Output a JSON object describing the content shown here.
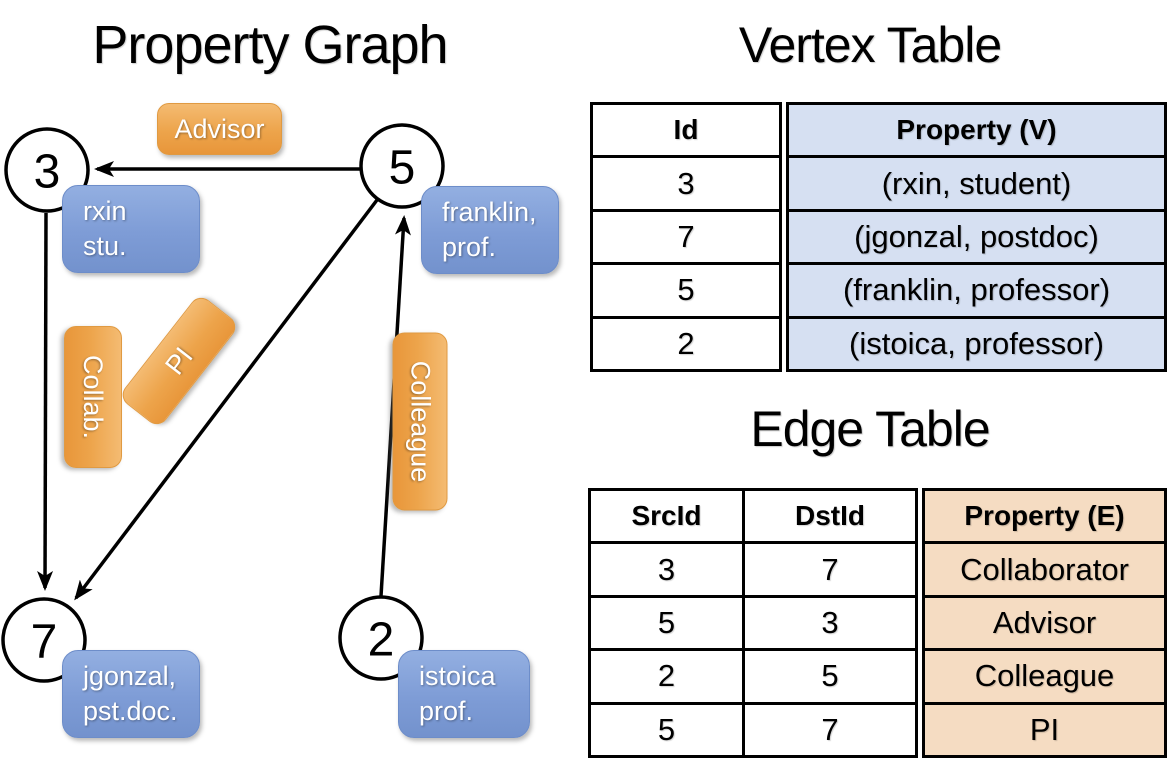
{
  "graph": {
    "title": "Property Graph",
    "vertices": [
      {
        "id": "3",
        "lines": [
          "rxin",
          "stu."
        ]
      },
      {
        "id": "5",
        "lines": [
          "franklin,",
          "prof."
        ]
      },
      {
        "id": "7",
        "lines": [
          "jgonzal,",
          "pst.doc."
        ]
      },
      {
        "id": "2",
        "lines": [
          "istoica",
          "prof."
        ]
      }
    ],
    "edges": [
      {
        "label": "Advisor",
        "src": "5",
        "dst": "3"
      },
      {
        "label": "Collab.",
        "src": "3",
        "dst": "7"
      },
      {
        "label": "PI",
        "src": "5",
        "dst": "7"
      },
      {
        "label": "Colleague",
        "src": "2",
        "dst": "5"
      }
    ]
  },
  "vertex_table": {
    "title": "Vertex Table",
    "columns": [
      "Id",
      "Property (V)"
    ],
    "rows": [
      [
        "3",
        "(rxin, student)"
      ],
      [
        "7",
        "(jgonzal, postdoc)"
      ],
      [
        "5",
        "(franklin, professor)"
      ],
      [
        "2",
        "(istoica, professor)"
      ]
    ]
  },
  "edge_table": {
    "title": "Edge Table",
    "columns": [
      "SrcId",
      "DstId",
      "Property (E)"
    ],
    "rows": [
      [
        "3",
        "7",
        "Collaborator"
      ],
      [
        "5",
        "3",
        "Advisor"
      ],
      [
        "2",
        "5",
        "Colleague"
      ],
      [
        "5",
        "7",
        "PI"
      ]
    ]
  },
  "colors": {
    "edge_label_top": "#F4BB72",
    "edge_label_bottom": "#E8963A",
    "vertex_label_top": "#93AFE1",
    "vertex_label_bottom": "#7392CD",
    "vertex_property_bg": "#D6E0F2",
    "edge_property_bg": "#F5DCC2",
    "line_color": "#000000",
    "label_text": "#FFFFFF"
  }
}
